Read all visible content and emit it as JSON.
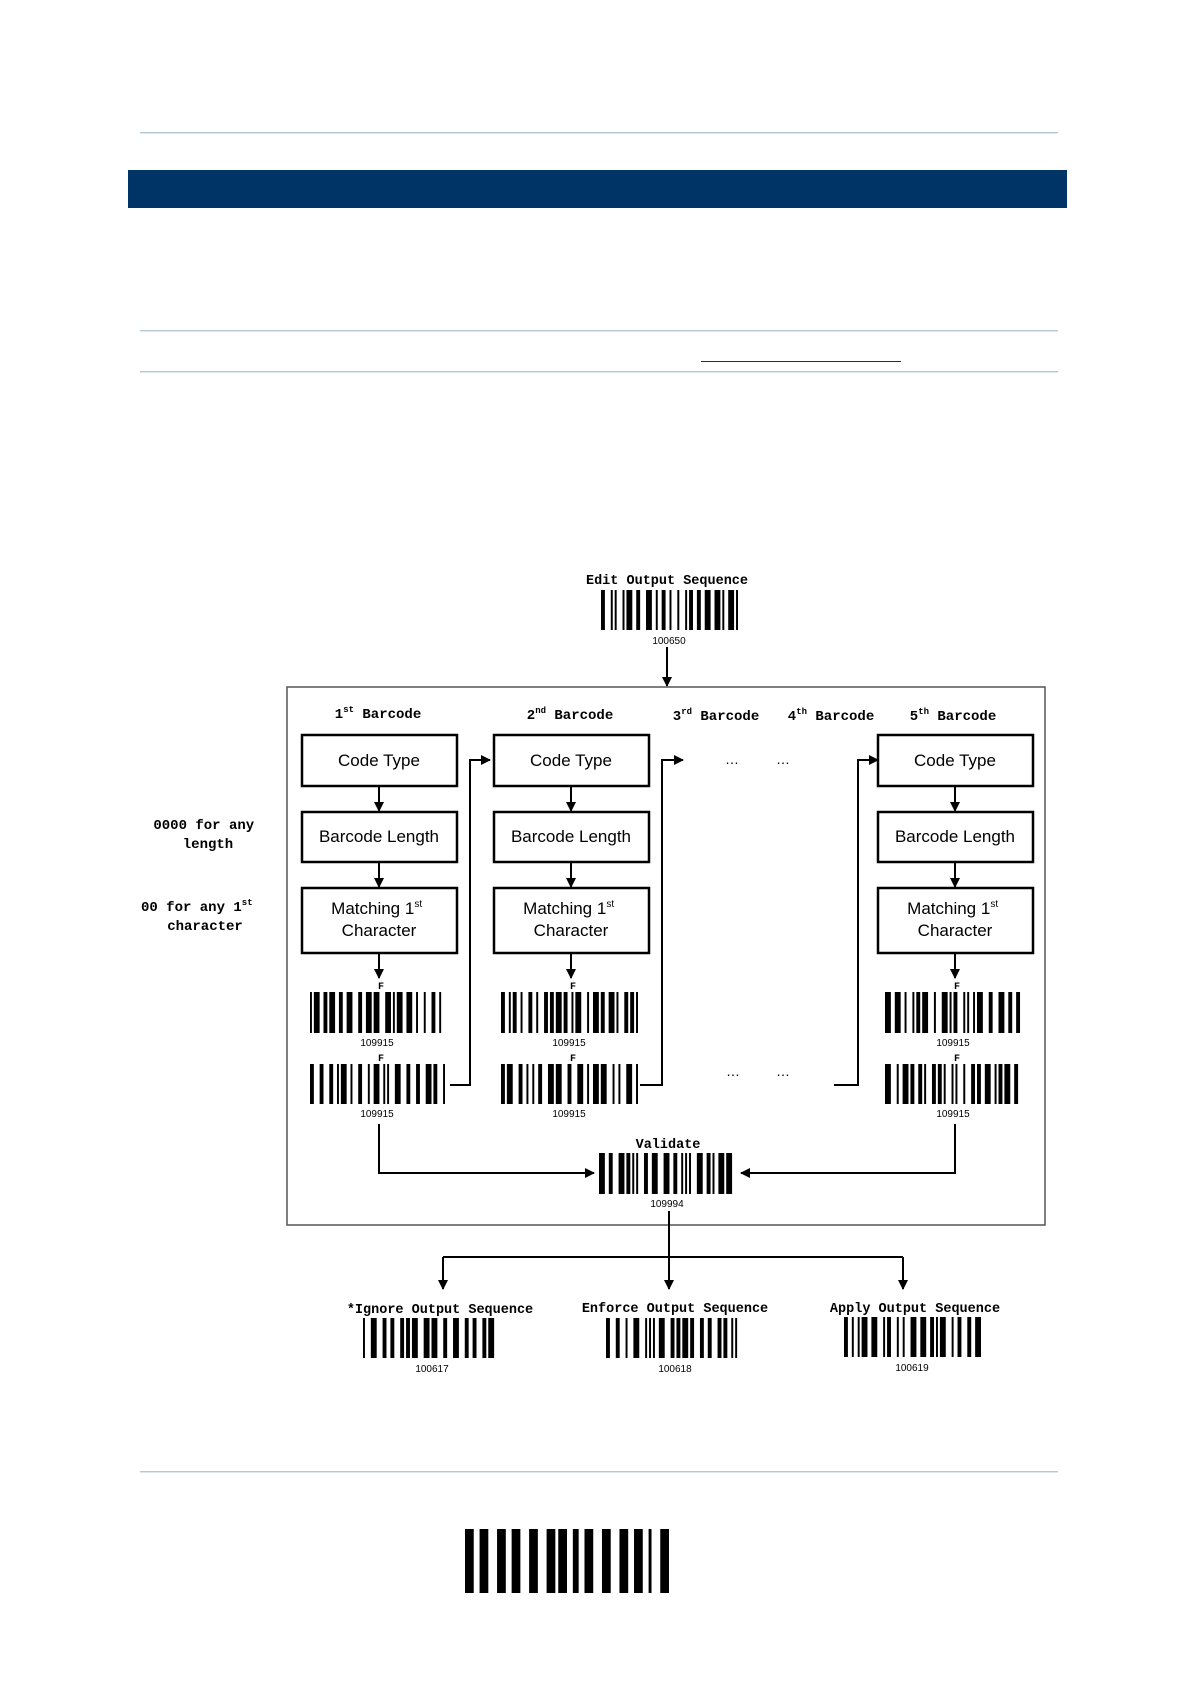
{
  "diagram": {
    "edit_output_sequence": {
      "label": "Edit Output Sequence",
      "number": "100650"
    },
    "columns": [
      {
        "ordinal": "1",
        "suffix": "st",
        "word": "Barcode"
      },
      {
        "ordinal": "2",
        "suffix": "nd",
        "word": "Barcode"
      },
      {
        "ordinal": "3",
        "suffix": "rd",
        "word": "Barcode"
      },
      {
        "ordinal": "4",
        "suffix": "th",
        "word": "Barcode"
      },
      {
        "ordinal": "5",
        "suffix": "th",
        "word": "Barcode"
      }
    ],
    "box_code_type": "Code Type",
    "box_barcode_length": "Barcode Length",
    "box_matching_line1": "Matching 1",
    "box_matching_sup": "st",
    "box_matching_line2": "Character",
    "side_note_length_line1": "0000 for any",
    "side_note_length_line2": "length",
    "side_note_char_line1": "00 for any 1",
    "side_note_char_sup": "st",
    "side_note_char_line2": "character",
    "small_barcode_letter": "F",
    "small_barcode_number": "109915",
    "ellipsis": "…",
    "validate": {
      "label": "Validate",
      "number": "109994"
    },
    "options": [
      {
        "label": "*Ignore Output Sequence",
        "number": "100617"
      },
      {
        "label": "Enforce Output Sequence",
        "number": "100618"
      },
      {
        "label": "Apply Output Sequence",
        "number": "100619"
      }
    ]
  }
}
